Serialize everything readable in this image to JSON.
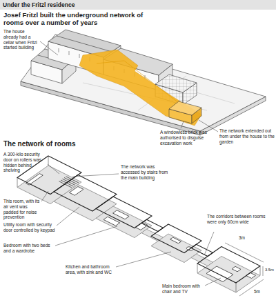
{
  "diagram": {
    "title": "Under the Fritzl residence",
    "labels": [
      "Josef Fritzl built the underground network of rooms over a number of years",
      "The house already had a cellar when Fritzl started building",
      "A windowless brick was authorised to disguise excavation work",
      "The network extended out from under the house to the garden",
      "The network of rooms",
      "A 300-kilo security door on rollers was hidden behind shelving",
      "This room, with its air vent was padded for noise prevention",
      "Utility room with security door controlled by keypad",
      "The network was accessed by stairs from the main building",
      "Bedroom with two beds and a wardrobe",
      "Kitchen and bathroom area, with sink and WC",
      "The corridors between rooms were only 60cm wide",
      "Main bedroom with chair and TV",
      "3m",
      "3.5m",
      "5m"
    ]
  }
}
